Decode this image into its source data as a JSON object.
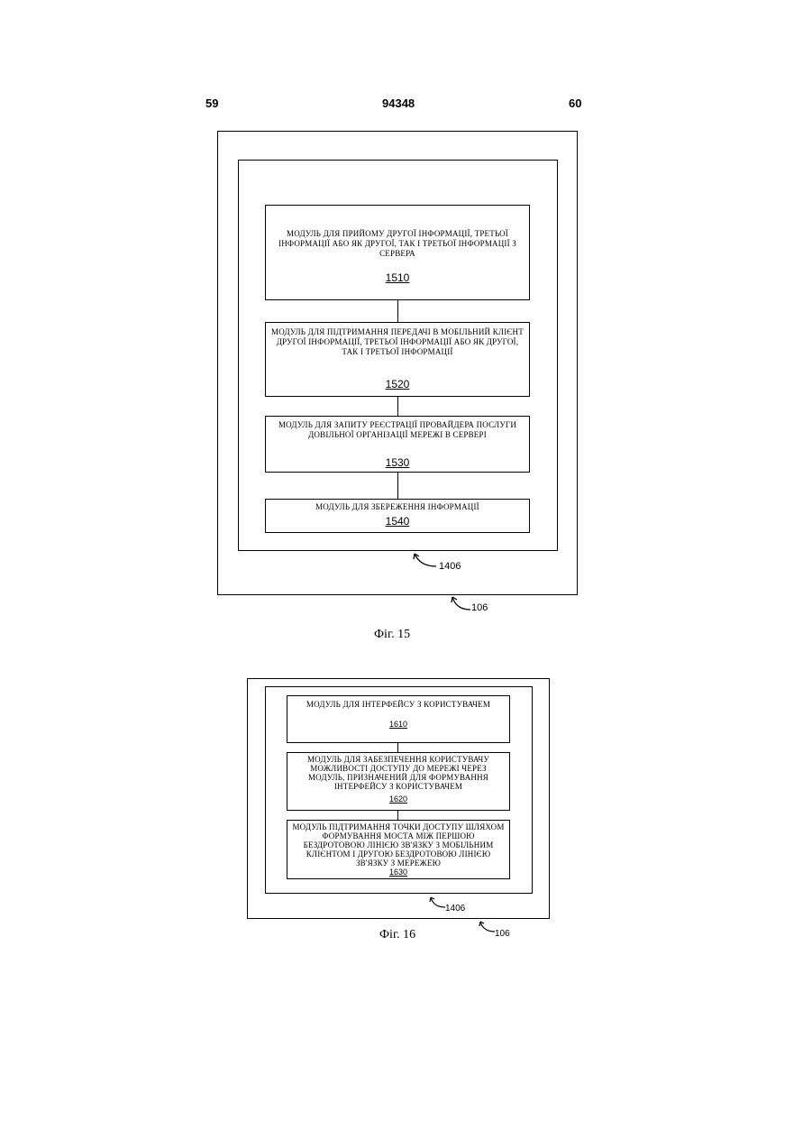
{
  "header": {
    "left_page": "59",
    "doc_number": "94348",
    "right_page": "60"
  },
  "fig15": {
    "modules": [
      {
        "text": "МОДУЛЬ ДЛЯ ПРИЙОМУ ДРУГОЇ ІНФОРМАЦІЇ, ТРЕТЬОЇ ІНФОРМАЦІЇ АБО ЯК ДРУГОЇ, ТАК І ТРЕТЬОЇ ІНФОРМАЦІЇ З СЕРВЕРА",
        "num": "1510"
      },
      {
        "text": "МОДУЛЬ ДЛЯ ПІДТРИМАННЯ ПЕРЕДАЧІ В МОБІЛЬНИЙ КЛІЄНТ ДРУГОЇ ІНФОРМАЦІЇ, ТРЕТЬОЇ ІНФОРМАЦІЇ АБО ЯК ДРУГОЇ, ТАК І ТРЕТЬОЇ ІНФОРМАЦІЇ",
        "num": "1520"
      },
      {
        "text": "МОДУЛЬ ДЛЯ ЗАПИТУ РЕЄСТРАЦІЇ ПРОВАЙДЕРА ПОСЛУГИ ДОВІЛЬНОЇ ОРГАНІЗАЦІЇ МЕРЕЖІ В СЕРВЕРІ",
        "num": "1530"
      },
      {
        "text": "МОДУЛЬ ДЛЯ ЗБЕРЕЖЕННЯ ІНФОРМАЦІЇ",
        "num": "1540"
      }
    ],
    "inner_ref": "1406",
    "outer_ref": "106",
    "caption": "Фіг. 15"
  },
  "fig16": {
    "modules": [
      {
        "text": "МОДУЛЬ ДЛЯ ІНТЕРФЕЙСУ З КОРИСТУВАЧЕМ",
        "num": "1610"
      },
      {
        "text": "МОДУЛЬ ДЛЯ ЗАБЕЗПЕЧЕННЯ КОРИСТУВАЧУ МОЖЛИВОСТІ ДОСТУПУ ДО МЕРЕЖІ ЧЕРЕЗ МОДУЛЬ, ПРИЗНАЧЕНИЙ ДЛЯ ФОРМУВАННЯ ІНТЕРФЕЙСУ З КОРИСТУВАЧЕМ",
        "num": "1620"
      },
      {
        "text": "МОДУЛЬ ПІДТРИМАННЯ ТОЧКИ ДОСТУПУ ШЛЯХОМ ФОРМУВАННЯ МОСТА МІЖ ПЕРШОЮ БЕЗДРОТОВОЮ ЛІНІЄЮ ЗВ'ЯЗКУ З МОБІЛЬНИМ КЛІЄНТОМ І ДРУГОЮ БЕЗДРОТОВОЮ ЛІНІЄЮ ЗВ'ЯЗКУ З МЕРЕЖЕЮ",
        "num": "1630"
      }
    ],
    "inner_ref": "1406",
    "outer_ref": "106",
    "caption": "Фіг. 16"
  }
}
